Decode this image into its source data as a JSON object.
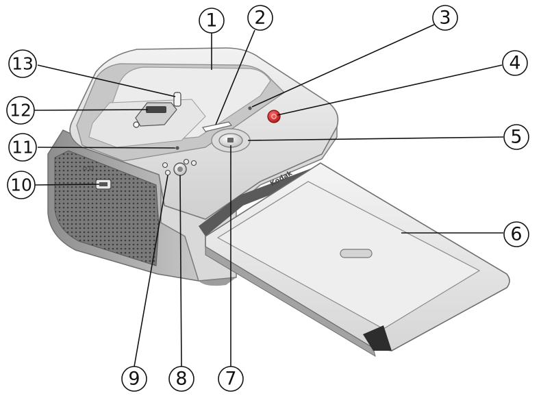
{
  "diagram": {
    "brand_logo": "Kodak",
    "callouts": [
      {
        "id": "1",
        "label": "1"
      },
      {
        "id": "2",
        "label": "2"
      },
      {
        "id": "3",
        "label": "3"
      },
      {
        "id": "4",
        "label": "4"
      },
      {
        "id": "5",
        "label": "5"
      },
      {
        "id": "6",
        "label": "6"
      },
      {
        "id": "7",
        "label": "7"
      },
      {
        "id": "8",
        "label": "8"
      },
      {
        "id": "9",
        "label": "9"
      },
      {
        "id": "10",
        "label": "10"
      },
      {
        "id": "11",
        "label": "11"
      },
      {
        "id": "12",
        "label": "12"
      },
      {
        "id": "13",
        "label": "13"
      }
    ]
  }
}
